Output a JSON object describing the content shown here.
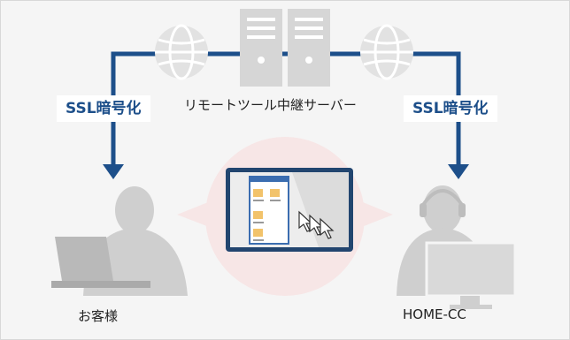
{
  "diagram": {
    "server_label": "リモートツール中継サーバー",
    "ssl_left": "SSL暗号化",
    "ssl_right": "SSL暗号化",
    "customer_label": "お客様",
    "homecc_label": "HOME-CC"
  },
  "colors": {
    "line": "#1d4f8a",
    "accent_circle": "#f7e6e6",
    "people": "#cfcfcf",
    "server": "#d6d6d6",
    "globe": "#dedede",
    "screen_border": "#22456f"
  },
  "icons": [
    "globe-icon",
    "server-icon",
    "globe-icon",
    "person-icon",
    "headset-operator-icon",
    "laptop-icon",
    "monitor-icon",
    "cursor-icon"
  ]
}
